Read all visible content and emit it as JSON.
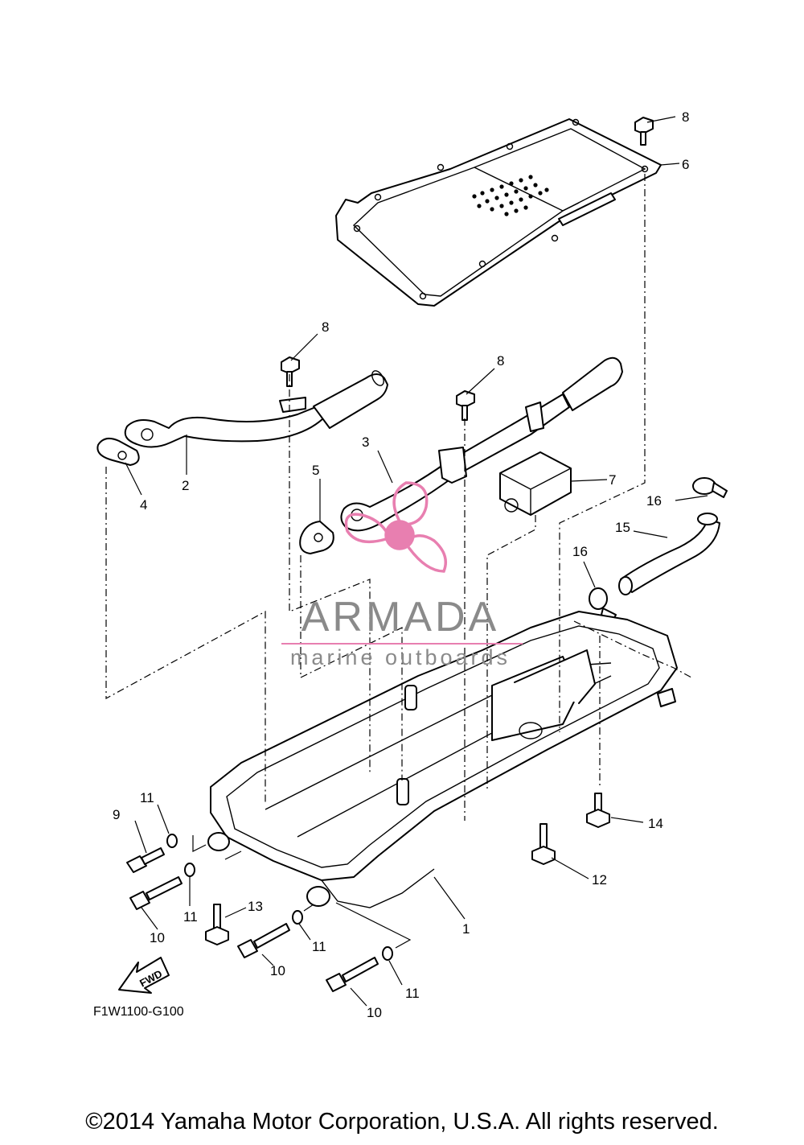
{
  "diagram": {
    "drawing_code": "F1W1100-G100",
    "fwd_label": "FWD",
    "watermark": {
      "brand": "ARMADA",
      "tagline": "marine outboards",
      "color_brand": "#8a8a8a",
      "color_accent": "#e87fb0"
    },
    "callouts": [
      {
        "id": "c1",
        "text": "1"
      },
      {
        "id": "c2",
        "text": "2"
      },
      {
        "id": "c3",
        "text": "3"
      },
      {
        "id": "c4",
        "text": "4"
      },
      {
        "id": "c5",
        "text": "5"
      },
      {
        "id": "c6",
        "text": "6"
      },
      {
        "id": "c7",
        "text": "7"
      },
      {
        "id": "c8a",
        "text": "8"
      },
      {
        "id": "c8b",
        "text": "8"
      },
      {
        "id": "c8c",
        "text": "8"
      },
      {
        "id": "c9",
        "text": "9"
      },
      {
        "id": "c10a",
        "text": "10"
      },
      {
        "id": "c10b",
        "text": "10"
      },
      {
        "id": "c10c",
        "text": "10"
      },
      {
        "id": "c11a",
        "text": "11"
      },
      {
        "id": "c11b",
        "text": "11"
      },
      {
        "id": "c11c",
        "text": "11"
      },
      {
        "id": "c11d",
        "text": "11"
      },
      {
        "id": "c12",
        "text": "12"
      },
      {
        "id": "c13",
        "text": "13"
      },
      {
        "id": "c14",
        "text": "14"
      },
      {
        "id": "c15",
        "text": "15"
      },
      {
        "id": "c16a",
        "text": "16"
      },
      {
        "id": "c16b",
        "text": "16"
      }
    ]
  },
  "footer": {
    "copyright": "©2014 Yamaha Motor Corporation, U.S.A. All rights reserved."
  }
}
